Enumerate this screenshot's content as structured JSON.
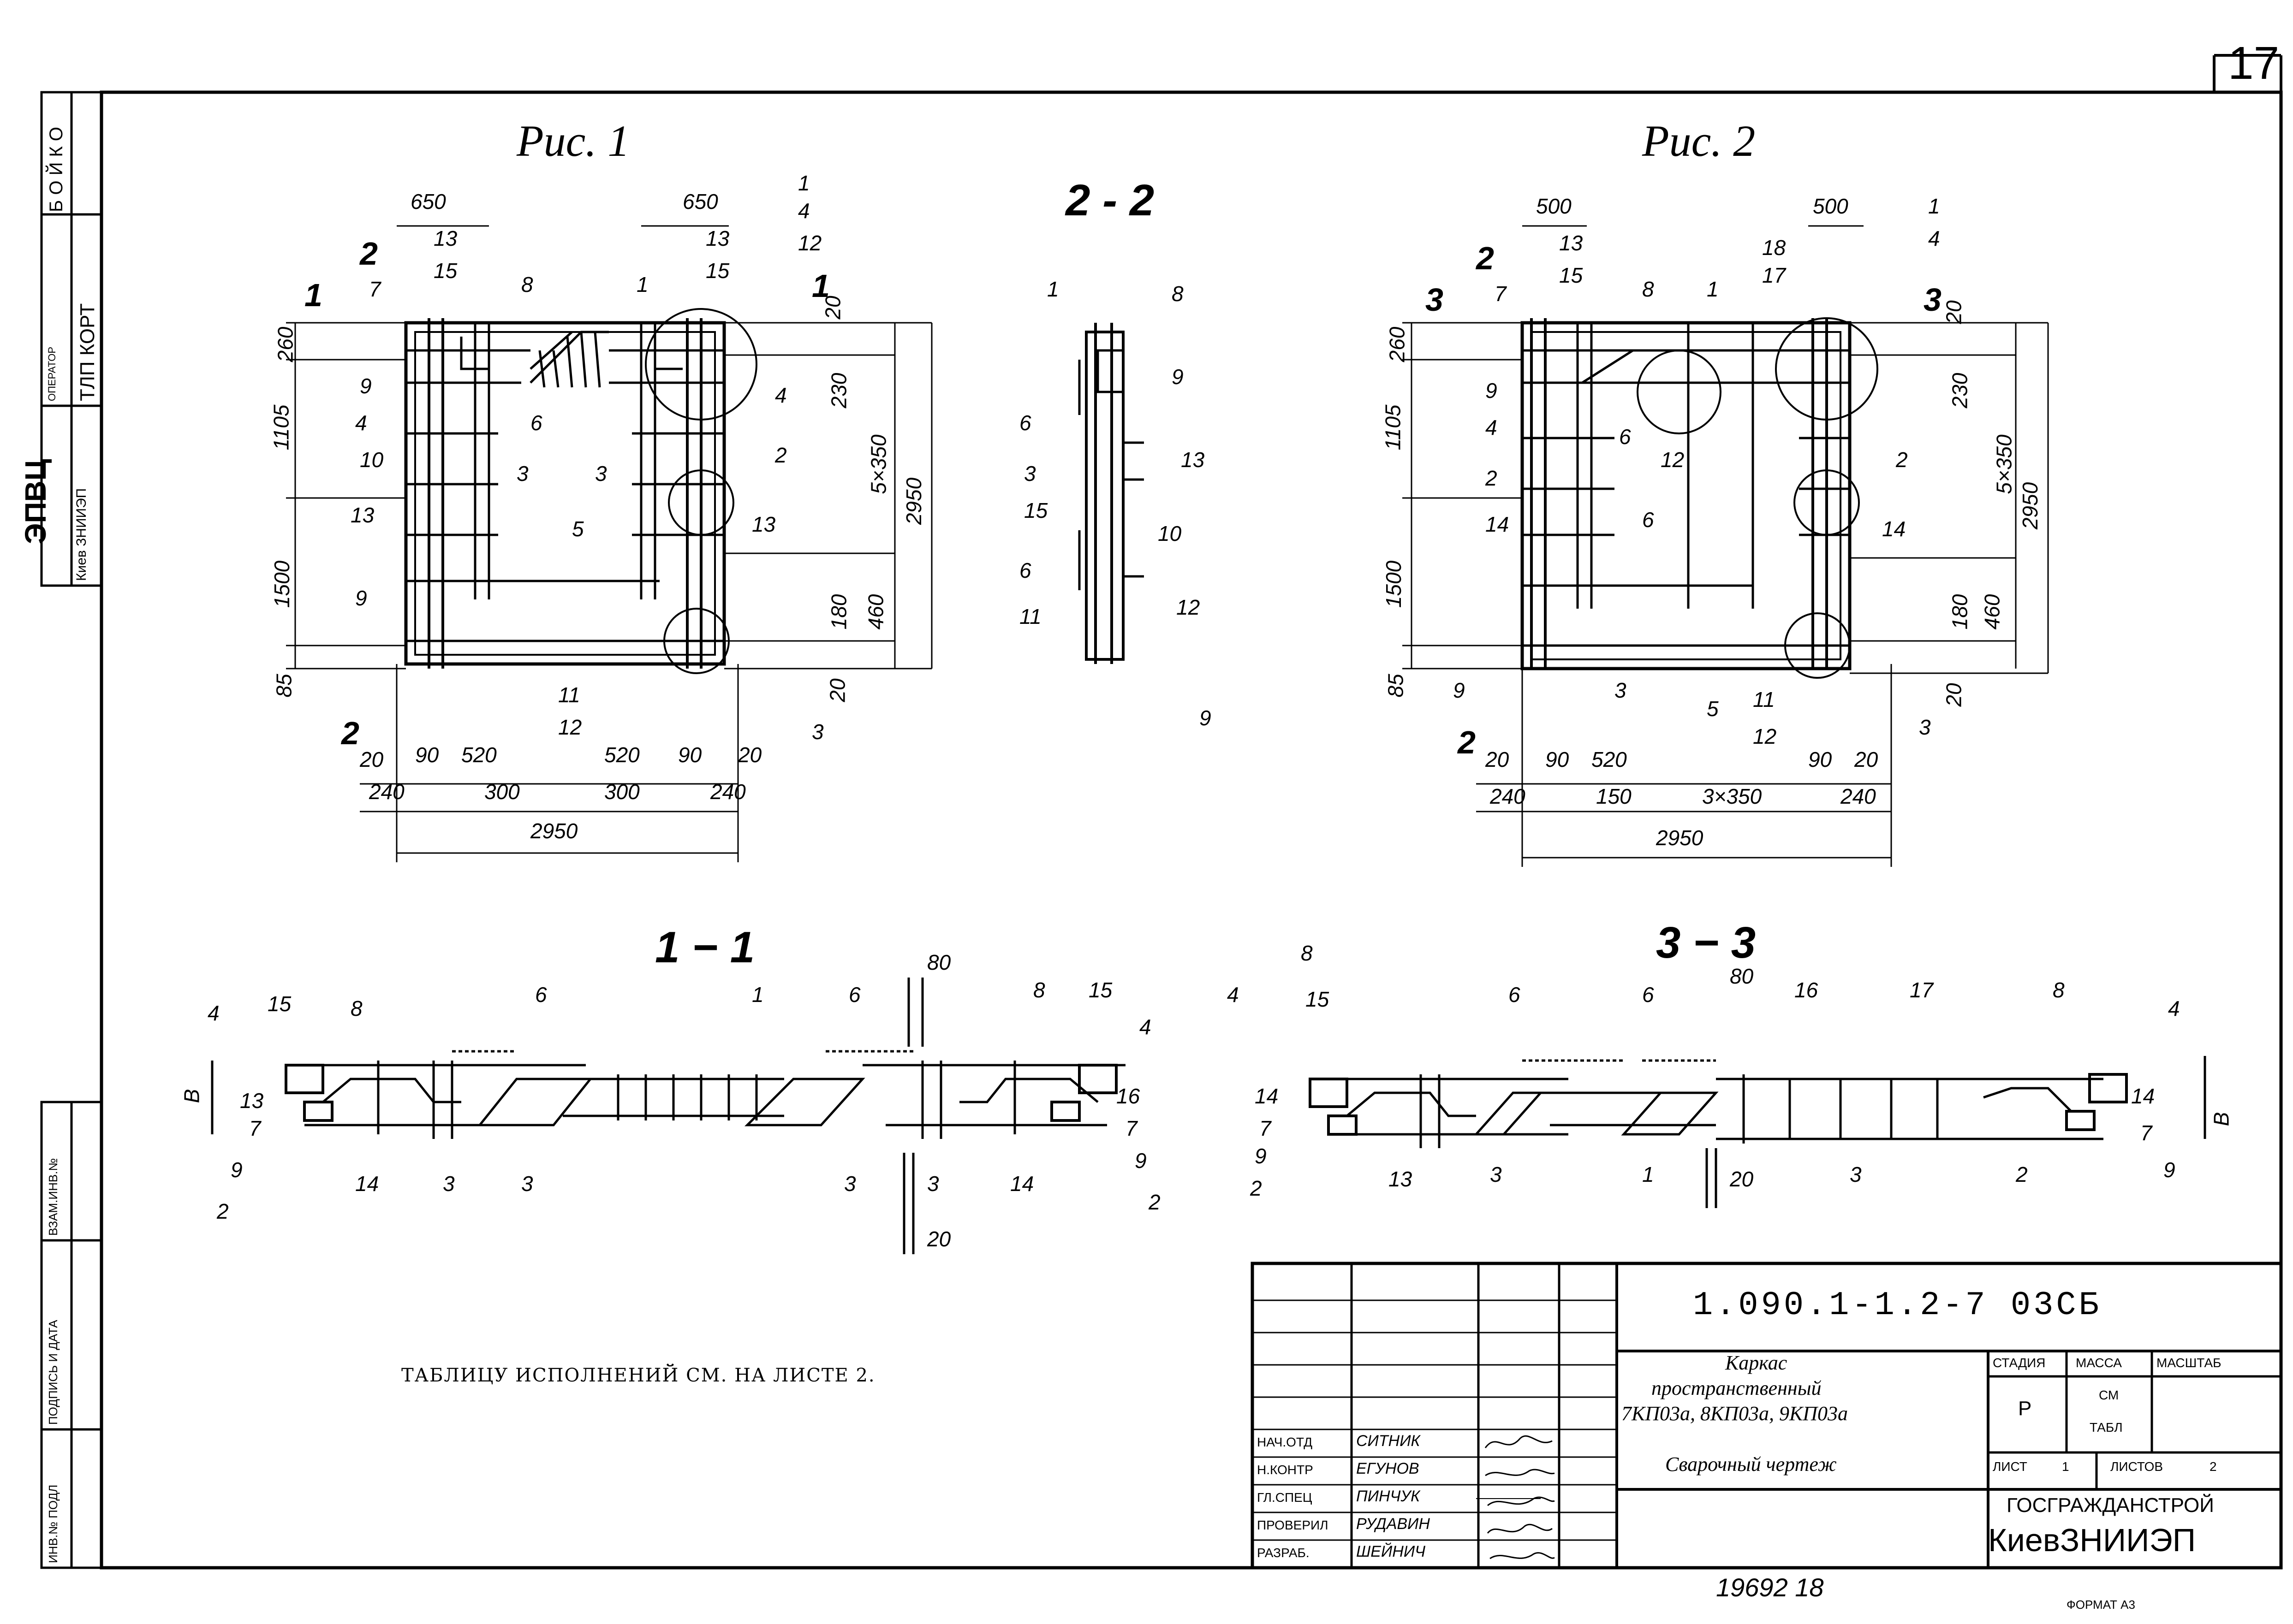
{
  "sheet_number": "17",
  "figures": {
    "fig1": {
      "title": "Рис. 1",
      "dims_top": [
        "650",
        "650"
      ],
      "dims_left": [
        "260",
        "1105",
        "1500",
        "85"
      ],
      "dims_right": [
        "20",
        "230",
        "5×350",
        "2950",
        "180",
        "460",
        "20"
      ],
      "dims_bottom_row1": [
        "20",
        "90",
        "520",
        "520",
        "90",
        "20"
      ],
      "dims_bottom_row2": [
        "240",
        "300",
        "300",
        "240"
      ],
      "dims_bottom_total": "2950",
      "callouts": [
        "13",
        "15",
        "8",
        "1",
        "13",
        "15",
        "1",
        "4",
        "12",
        "9",
        "4",
        "6",
        "10",
        "3",
        "3",
        "4",
        "2",
        "13",
        "13",
        "5",
        "9",
        "11",
        "12",
        "3",
        "7"
      ],
      "cut_marks": [
        "1",
        "1",
        "2",
        "2"
      ]
    },
    "section22": {
      "title": "2 - 2",
      "callouts": [
        "1",
        "8",
        "9",
        "6",
        "3",
        "15",
        "13",
        "10",
        "6",
        "11",
        "12",
        "9"
      ]
    },
    "fig2": {
      "title": "Рис. 2",
      "dims_top": [
        "500",
        "500"
      ],
      "dims_left": [
        "260",
        "1105",
        "1500",
        "85"
      ],
      "dims_right": [
        "20",
        "230",
        "5×350",
        "2950",
        "180",
        "460",
        "20"
      ],
      "dims_bottom_row1": [
        "20",
        "90",
        "520",
        "90",
        "20"
      ],
      "dims_bottom_row2": [
        "240",
        "150",
        "3×350",
        "240"
      ],
      "dims_bottom_total": "2950",
      "callouts": [
        "13",
        "15",
        "7",
        "8",
        "1",
        "18",
        "17",
        "1",
        "4",
        "9",
        "4",
        "6",
        "2",
        "12",
        "2",
        "14",
        "6",
        "14",
        "3",
        "9",
        "5",
        "11",
        "12",
        "3"
      ],
      "cut_marks": [
        "3",
        "3",
        "2",
        "2"
      ]
    },
    "section11": {
      "title": "1 − 1",
      "dim_top": "80",
      "dim_bottom": "20",
      "height_label": "B",
      "callouts": [
        "4",
        "15",
        "8",
        "6",
        "1",
        "6",
        "8",
        "15",
        "4",
        "13",
        "7",
        "9",
        "2",
        "14",
        "3",
        "3",
        "3",
        "3",
        "14",
        "16",
        "7",
        "9",
        "2"
      ]
    },
    "section33": {
      "title": "3 − 3",
      "dim_top": "80",
      "dim_bottom": "20",
      "height_label": "B",
      "callouts": [
        "8",
        "4",
        "15",
        "6",
        "6",
        "16",
        "17",
        "8",
        "4",
        "14",
        "7",
        "9",
        "2",
        "13",
        "3",
        "1",
        "3",
        "2",
        "14",
        "7",
        "9"
      ]
    }
  },
  "note": "ТАБЛИЦУ ИСПОЛНЕНИЙ СМ. НА ЛИСТЕ 2.",
  "side_stamp": {
    "org_top": "ЭПВЦ",
    "org_sub": "Киев ЗНИИЭП",
    "operator_label": "ОПЕРАТОР",
    "operator_value": "ТЛП КОРТ",
    "name": "Б О Й К О",
    "inv_fields": [
      "ИНВ.№ ПОДЛ",
      "ПОДПИСЬ И ДАТА",
      "ВЗАМ.ИНВ.№"
    ]
  },
  "title_block": {
    "code": "1.090.1-1.2-7 03СБ",
    "description_lines": [
      "Каркас",
      "пространственный",
      "7КП03а, 8КП03а, 9КП03а"
    ],
    "drawing_type": "Сварочный чертеж",
    "headers": [
      "СТАДИЯ",
      "МАССА",
      "МАСШТАБ"
    ],
    "stage": "Р",
    "mass_lines": [
      "СМ",
      "ТАБЛ"
    ],
    "sheet_label": "ЛИСТ",
    "sheet_value": "1",
    "sheets_label": "ЛИСТОВ",
    "sheets_value": "2",
    "org_line1": "ГОСГРАЖДАНСТРОЙ",
    "org_line2": "КиевЗНИИЭП",
    "roles": [
      {
        "role": "НАЧ.ОТД",
        "name": "СИТНИК"
      },
      {
        "role": "Н.КОНТР",
        "name": "ЕГУНОВ"
      },
      {
        "role": "ГЛ.СПЕЦ",
        "name": "ПИНЧУК"
      },
      {
        "role": "ПРОВЕРИЛ",
        "name": "РУДАВИН"
      },
      {
        "role": "РАЗРАБ.",
        "name": "ШЕЙНИЧ"
      }
    ]
  },
  "footer_number": "19692 18",
  "format": "ФОРМАТ А3"
}
